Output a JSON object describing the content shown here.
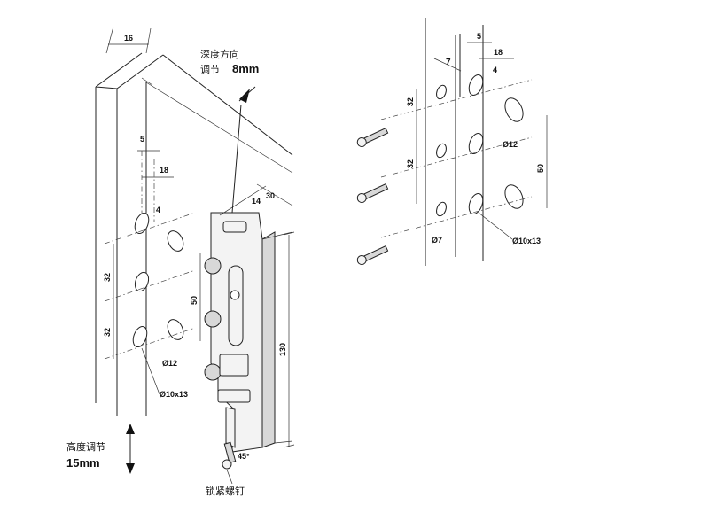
{
  "labels": {
    "depth_adjust_cn": "深度方向",
    "depth_adjust_cn2": "调节",
    "depth_adjust_value": "8mm",
    "height_adjust_cn": "高度调节",
    "height_adjust_value": "15mm",
    "lock_screw_cn": "锁紧螺钉",
    "angle": "45°"
  },
  "left_dims": {
    "panel_thickness": "16",
    "edge_offset": "5",
    "row_offset": "18",
    "small_offset": "4",
    "pitch_1": "32",
    "pitch_2": "32",
    "spacing": "50",
    "hole_large": "Ø12",
    "hole_slot": "Ø10x13",
    "bracket_depth_30": "30",
    "bracket_depth_14": "14",
    "bracket_height": "130"
  },
  "right_dims": {
    "edge_offset": "5",
    "row_offset": "18",
    "setback": "7",
    "small_offset": "4",
    "pitch_1": "32",
    "pitch_2": "32",
    "spacing": "50",
    "hole_large": "Ø12",
    "hole_small": "Ø7",
    "hole_slot": "Ø10x13"
  }
}
